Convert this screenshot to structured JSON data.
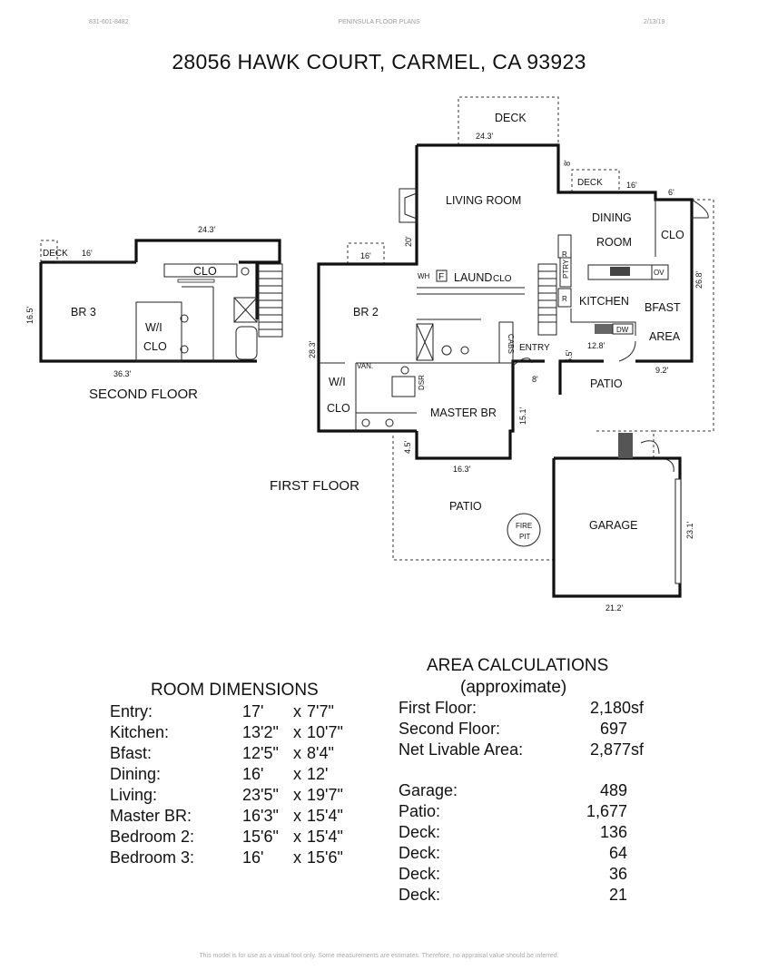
{
  "header": {
    "phone": "831-601-8482",
    "company": "PENINSULA FLOOR PLANS",
    "date": "2/13/19"
  },
  "title": "28056 HAWK COURT, CARMEL, CA 93923",
  "plan": {
    "second_floor": {
      "label": "SECOND FLOOR",
      "rooms": {
        "br3": "BR 3",
        "wi": "W/I",
        "clo_wi": "CLO",
        "clo": "CLO",
        "deck": "DECK"
      },
      "dims": {
        "top": "24.3'",
        "bottom": "36.3'",
        "left": "16.5'",
        "deck": "16'"
      }
    },
    "first_floor": {
      "label": "FIRST FLOOR",
      "rooms": {
        "deck_top": "DECK",
        "living": "LIVING ROOM",
        "deck_small": "DECK",
        "dining": "DINING",
        "dining2": "ROOM",
        "clo_dining": "CLO",
        "br2": "BR 2",
        "laund": "LAUND",
        "laund_clo": "CLO",
        "wh": "WH",
        "f": "F",
        "kitchen": "KITCHEN",
        "bfast": "BFAST",
        "area": "AREA",
        "ptry": "PTRY",
        "r1": "R",
        "r2": "R",
        "ov": "OV",
        "dw": "DW",
        "cabs": "CABS",
        "entry": "ENTRY",
        "van": "VAN.",
        "dsr": "DSR",
        "wi": "W/I",
        "clo_wi": "CLO",
        "master": "MASTER BR",
        "patio_right": "PATIO",
        "patio_left": "PATIO",
        "fire": "FIRE",
        "pit": "PIT",
        "garage": "GARAGE"
      },
      "dims": {
        "deck_top": "24.3'",
        "deck_side": "8'",
        "deck_small": "16'",
        "six": "6'",
        "living_h": "20'",
        "br2_deck": "16'",
        "br2_h": "28.3'",
        "right_h": "26.8'",
        "kitchen_w": "12.8'",
        "entry_h": "5.5'",
        "entry_w": "8'",
        "bfast_w": "9.2'",
        "master_h": "15.1'",
        "master_w": "16.3'",
        "wi_h": "4.5'",
        "garage_h": "23.1'",
        "garage_w": "21.2'"
      }
    }
  },
  "rooms_table": {
    "title": "ROOM DIMENSIONS",
    "rows": [
      {
        "name": "Entry:",
        "a": "17'",
        "x": "x",
        "b": "7'7\""
      },
      {
        "name": "Kitchen:",
        "a": "13'2\"",
        "x": "x",
        "b": "10'7\""
      },
      {
        "name": "Bfast:",
        "a": "12'5\"",
        "x": "x",
        "b": "8'4\""
      },
      {
        "name": "Dining:",
        "a": "16'",
        "x": "x",
        "b": "12'"
      },
      {
        "name": "Living:",
        "a": "23'5\"",
        "x": "x",
        "b": "19'7\""
      },
      {
        "name": "Master BR:",
        "a": "16'3\"",
        "x": "x",
        "b": "15'4\""
      },
      {
        "name": "Bedroom 2:",
        "a": "15'6\"",
        "x": "x",
        "b": "15'4\""
      },
      {
        "name": "Bedroom 3:",
        "a": "16'",
        "x": "x",
        "b": "15'6\""
      }
    ]
  },
  "area_table": {
    "title": "AREA CALCULATIONS",
    "subtitle": "(approximate)",
    "rows": [
      {
        "name": "First Floor:",
        "value": "2,180sf"
      },
      {
        "name": "Second Floor:",
        "value": "697"
      },
      {
        "name": "Net Livable Area:",
        "value": "2,877sf"
      },
      {
        "name": "Garage:",
        "value": "489"
      },
      {
        "name": "Patio:",
        "value": "1,677"
      },
      {
        "name": "Deck:",
        "value": "136"
      },
      {
        "name": "Deck:",
        "value": "64"
      },
      {
        "name": "Deck:",
        "value": "36"
      },
      {
        "name": "Deck:",
        "value": "21"
      }
    ]
  },
  "footer": "This model is for use as a visual tool only.  Some measurements are estimates.  Therefore, no appraisal value should be inferred."
}
